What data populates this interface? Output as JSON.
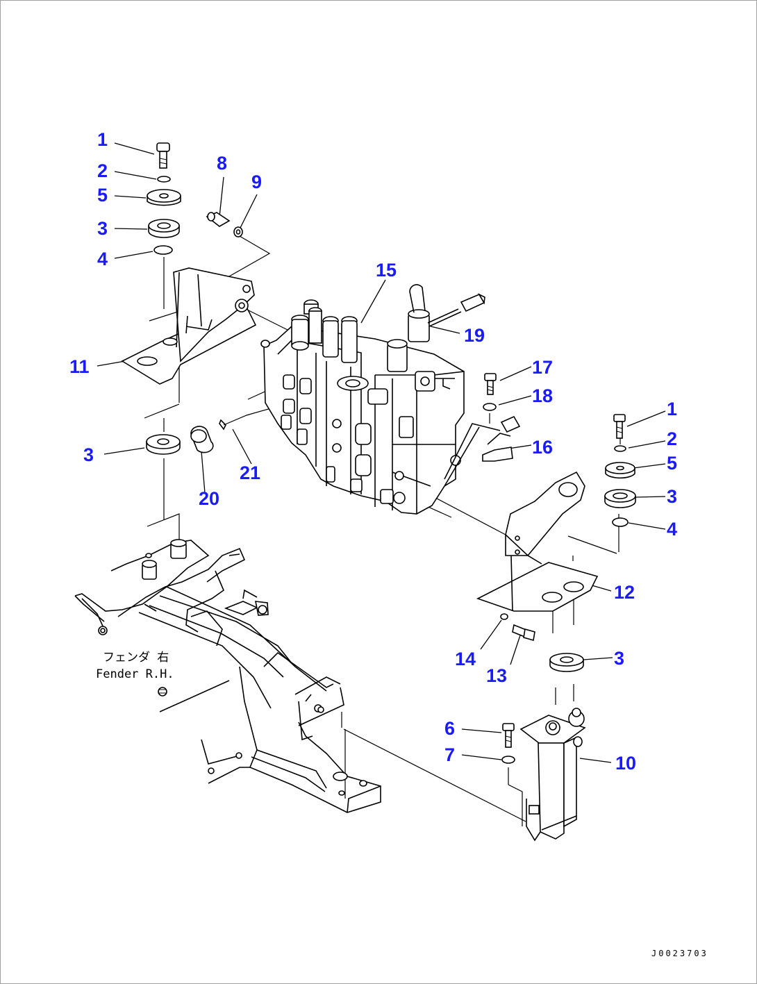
{
  "figure": {
    "code": "J0023703",
    "fender_label_jp": "フェンダ 右",
    "fender_label_en": "Fender R.H.",
    "callout_color": "#1a1aff",
    "line_color": "#000000",
    "callouts": [
      {
        "id": "c1a",
        "num": "1"
      },
      {
        "id": "c2a",
        "num": "2"
      },
      {
        "id": "c5a",
        "num": "5"
      },
      {
        "id": "c3a",
        "num": "3"
      },
      {
        "id": "c4a",
        "num": "4"
      },
      {
        "id": "c8",
        "num": "8"
      },
      {
        "id": "c9",
        "num": "9"
      },
      {
        "id": "c15",
        "num": "15"
      },
      {
        "id": "c19",
        "num": "19"
      },
      {
        "id": "c11",
        "num": "11"
      },
      {
        "id": "c17",
        "num": "17"
      },
      {
        "id": "c18",
        "num": "18"
      },
      {
        "id": "c3b",
        "num": "3"
      },
      {
        "id": "c20",
        "num": "20"
      },
      {
        "id": "c21",
        "num": "21"
      },
      {
        "id": "c16",
        "num": "16"
      },
      {
        "id": "c1b",
        "num": "1"
      },
      {
        "id": "c2b",
        "num": "2"
      },
      {
        "id": "c5b",
        "num": "5"
      },
      {
        "id": "c3c",
        "num": "3"
      },
      {
        "id": "c4b",
        "num": "4"
      },
      {
        "id": "c12",
        "num": "12"
      },
      {
        "id": "c14",
        "num": "14"
      },
      {
        "id": "c13",
        "num": "13"
      },
      {
        "id": "c3d",
        "num": "3"
      },
      {
        "id": "c6",
        "num": "6"
      },
      {
        "id": "c7",
        "num": "7"
      },
      {
        "id": "c10",
        "num": "10"
      }
    ]
  }
}
